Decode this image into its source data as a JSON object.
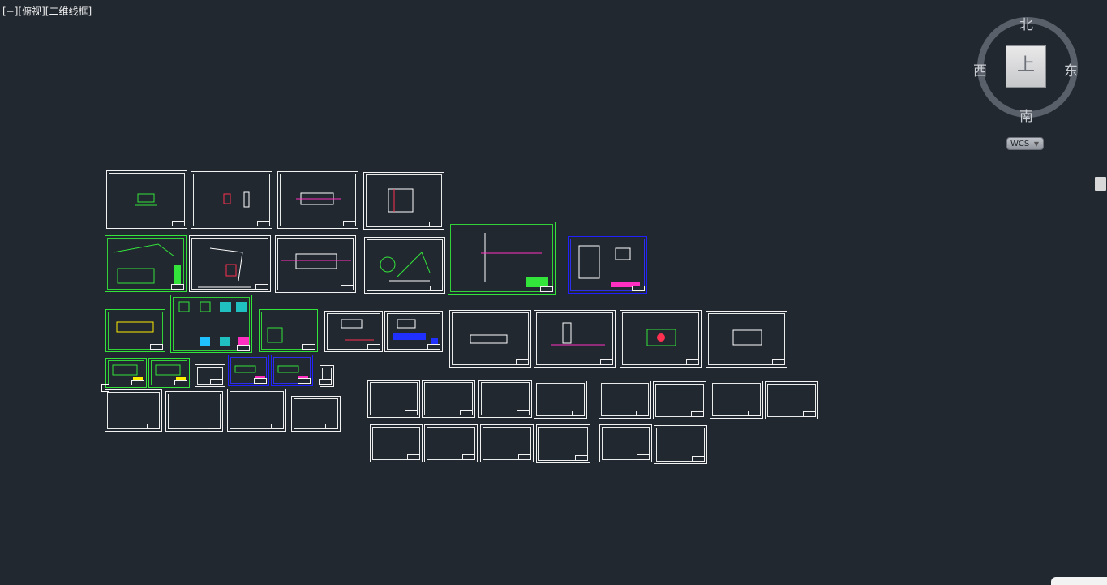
{
  "viewport": {
    "controls": "[−]",
    "view": "[俯视]",
    "style": "[二维线框]"
  },
  "viewcube": {
    "north": "北",
    "south": "南",
    "east": "东",
    "west": "西",
    "face": "上",
    "wcs": "WCS"
  },
  "colors": {
    "background": "#212830",
    "frame_white": "#f2f2f2",
    "frame_green": "#33e53a",
    "frame_blue": "#2020ff"
  }
}
